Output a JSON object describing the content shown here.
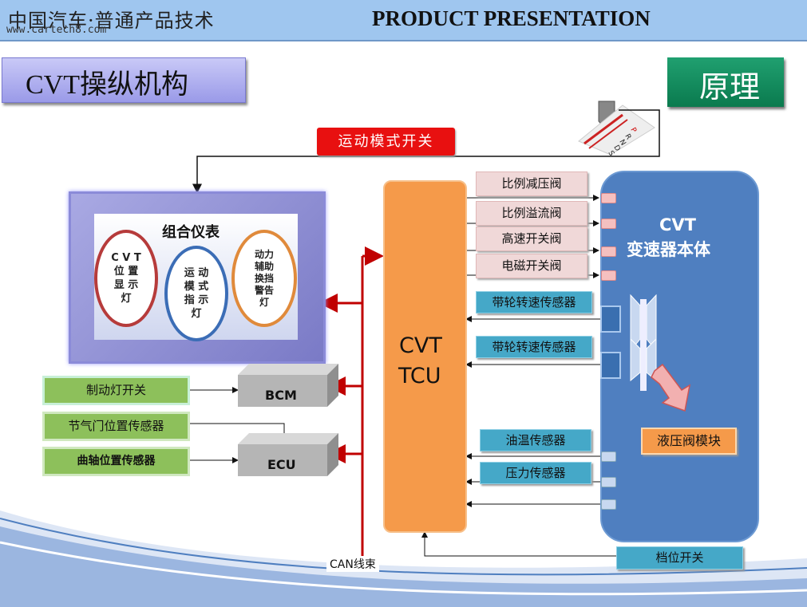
{
  "header": {
    "brand": "中国汽车·普通产品技术",
    "watermark": "www.cartech8.com",
    "title": "PRODUCT PRESENTATION"
  },
  "slide": {
    "title": "CVT操纵机构",
    "principle": "原理"
  },
  "sport_switch": "运动模式开关",
  "cluster": {
    "label": "组合仪表",
    "lamp_position": [
      "C V T",
      "位 置",
      "显 示",
      "灯"
    ],
    "lamp_sport": [
      "运 动",
      "模 式",
      "指 示",
      "灯"
    ],
    "lamp_power": [
      "动力",
      "辅助",
      "换挡",
      "警告",
      "灯"
    ]
  },
  "shifter_letters": [
    "P",
    "R",
    "N",
    "D",
    "S"
  ],
  "tcu": {
    "line1": "CVT",
    "line2": "TCU"
  },
  "transmission": {
    "line1": "CVT",
    "line2": "变速器本体"
  },
  "valves": [
    "比例减压阀",
    "比例溢流阀",
    "高速开关阀",
    "电磁开关阀"
  ],
  "sensors": {
    "pulley1": "带轮转速传感器",
    "pulley2": "带轮转速传感器",
    "oil_temp": "油温传感器",
    "pressure": "压力传感器"
  },
  "hydraulic_module": "液压阀模块",
  "inputs": {
    "brake": "制动灯开关",
    "throttle": "节气门位置传感器",
    "crank": "曲轴位置传感器"
  },
  "modules": {
    "bcm": "BCM",
    "ecu": "ECU"
  },
  "can_label": "CAN线束",
  "gear_switch": "档位开关",
  "colors": {
    "header": "#9fc6ef",
    "red_arrow": "#c00000",
    "tcu": "#f59a4a",
    "transmission": "#4f7fc0",
    "sensor": "#45a8c8",
    "principle": "#0a7a4e"
  }
}
